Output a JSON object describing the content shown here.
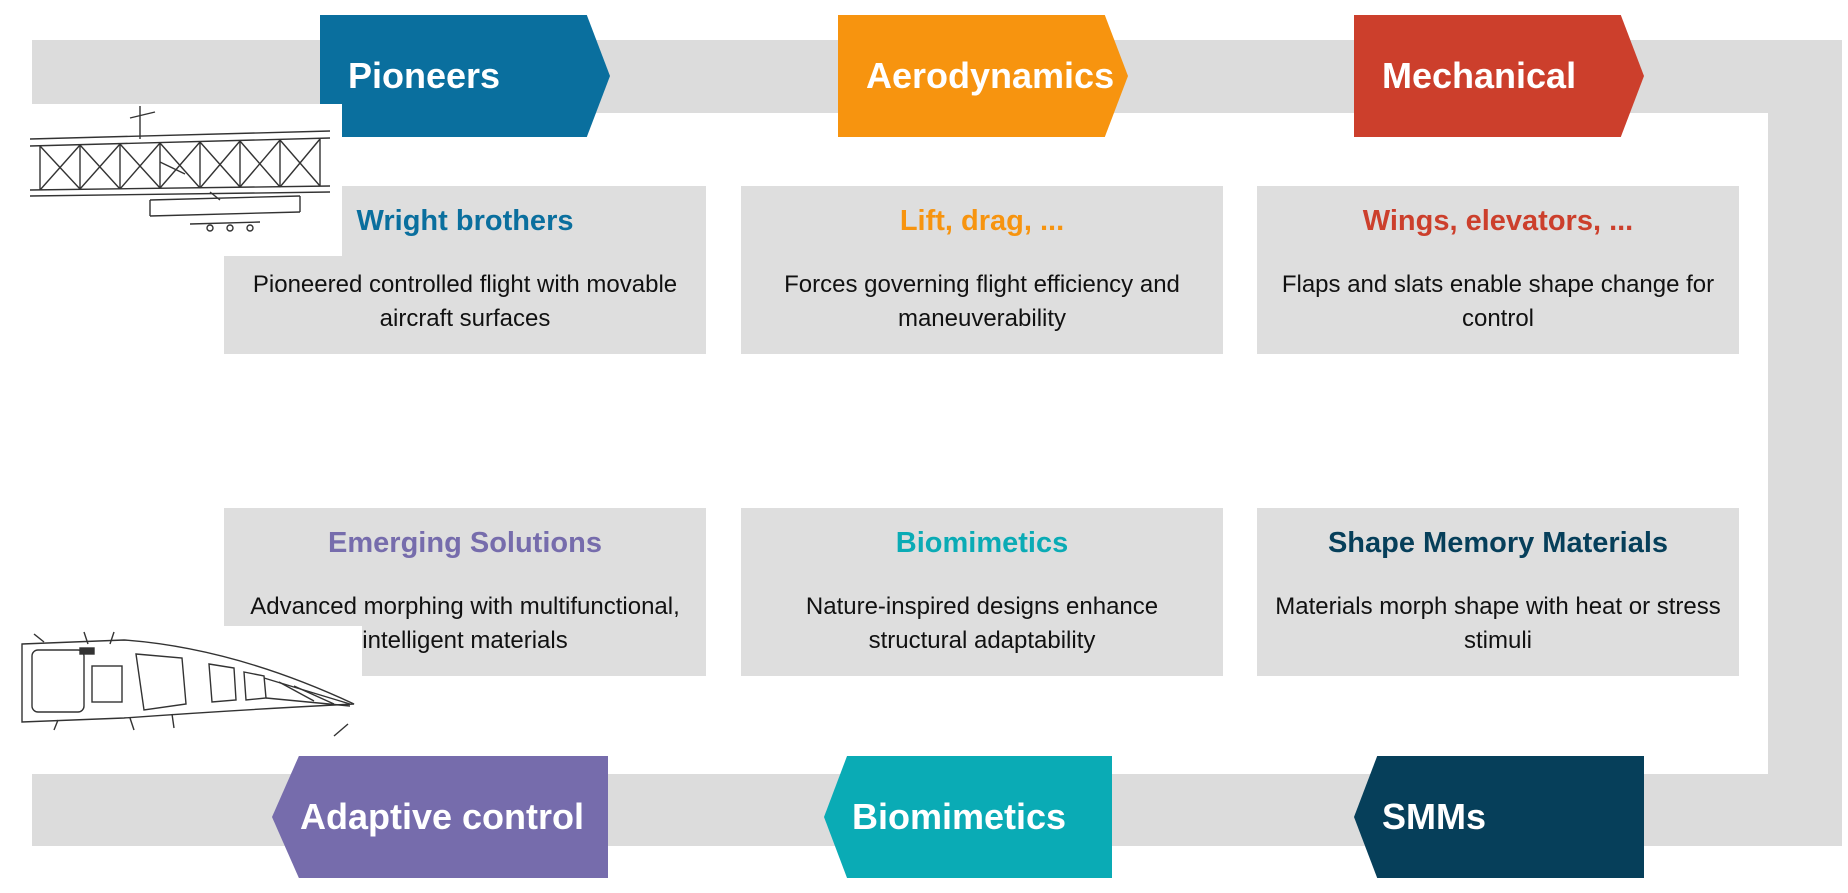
{
  "colors": {
    "pioneers": "#0a6f9e",
    "aerodynamics": "#f7940f",
    "mechanical": "#cc3f2c",
    "adaptive": "#766cac",
    "biomimetics": "#0aabb5",
    "smms": "#063f5a",
    "track": "#dcdcdc",
    "card": "#dedede"
  },
  "stages": {
    "pioneers": "Pioneers",
    "aerodynamics": "Aerodynamics",
    "mechanical": "Mechanical",
    "adaptive": "Adaptive control",
    "biomimetics": "Biomimetics",
    "smms": "SMMs"
  },
  "cards": {
    "wright": {
      "title": "Wright brothers",
      "text": "Pioneered controlled flight with movable aircraft surfaces"
    },
    "lift": {
      "title": "Lift, drag, ...",
      "text": "Forces governing flight efficiency and maneuverability"
    },
    "wings": {
      "title": "Wings, elevators, ...",
      "text": "Flaps and slats enable shape change for control"
    },
    "emerging": {
      "title": "Emerging Solutions",
      "text": "Advanced morphing with multifunctional, intelligent materials"
    },
    "biomimetics": {
      "title": "Biomimetics",
      "text": "Nature-inspired designs enhance structural adaptability"
    },
    "shape_memory": {
      "title": "Shape Memory Materials",
      "text": "Materials morph shape with heat or stress stimuli"
    }
  },
  "sketches": {
    "wright_flyer": "wright-flyer-patent-drawing",
    "morphing_wing": "morphing-wing-patent-drawing"
  }
}
